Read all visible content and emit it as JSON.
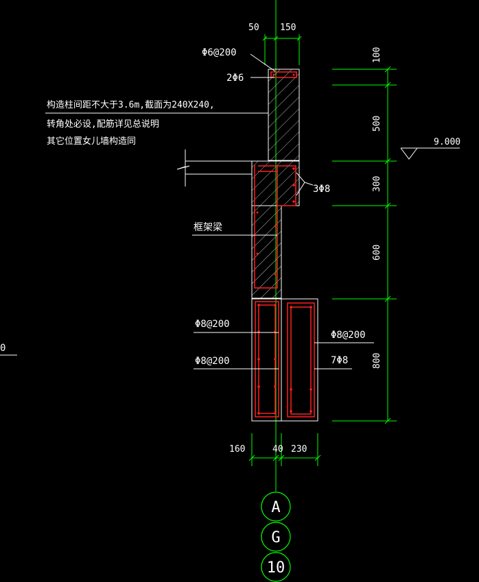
{
  "colors": {
    "background": "#000000",
    "green": "#00ff00",
    "white": "#ffffff",
    "red": "#ff2020",
    "hatch": "#c8c8c8"
  },
  "top_dims": {
    "left": "50",
    "right": "150"
  },
  "bottom_dims": {
    "left": "160",
    "mid": "40",
    "right": "230"
  },
  "right_dims": [
    "100",
    "500",
    "300",
    "600",
    "800"
  ],
  "elevation": "9.000",
  "labels": {
    "top_stirrup": "Φ6@200",
    "top_bars": "2Φ6",
    "note_line1": "构造柱间距不大于3.6m,截面为240X240,",
    "note_line2": "转角处必设,配筋详见总说明",
    "note_line3": "其它位置女儿墙构造同",
    "mid_bars": "3Φ8",
    "frame_beam": "框架梁",
    "left_stirrup_1": "Φ8@200",
    "left_stirrup_2": "Φ8@200",
    "right_stirrup": "Φ8@200",
    "right_bars": "7Φ8",
    "left_edge_fragment": "0"
  },
  "axis_bubbles": [
    "A",
    "G",
    "10"
  ]
}
